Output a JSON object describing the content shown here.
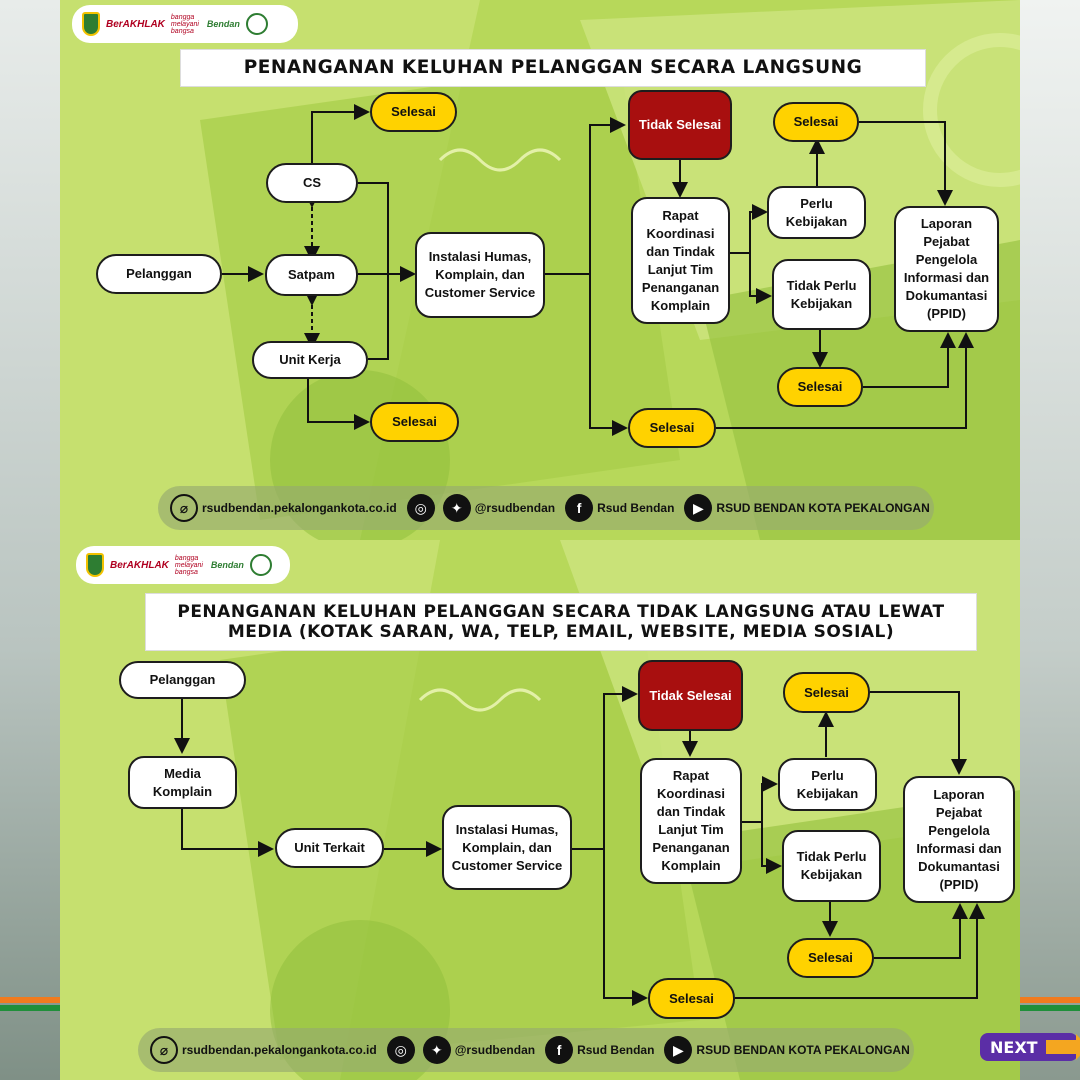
{
  "colors": {
    "panel_bg": "#b7d85a",
    "panel_shape_light": "#cde57f",
    "panel_shape_dark": "#8dbd3a",
    "node_white": "#ffffff",
    "node_yellow": "#ffd200",
    "node_red": "#a80f0f",
    "next_button": "#5b2ea6"
  },
  "logos": {
    "berakhlak": "BerAKHLAK",
    "bangga": "bangga melayani bangsa",
    "bendan": "Bendan"
  },
  "top": {
    "title": "PENANGANAN KELUHAN PELANGGAN SECARA LANGSUNG",
    "nodes": {
      "pelanggan": "Pelanggan",
      "cs": "CS",
      "satpam": "Satpam",
      "unit_kerja": "Unit Kerja",
      "selesai_cs": "Selesai",
      "selesai_unit": "Selesai",
      "instalasi": "Instalasi Humas,\nKomplain, dan\nCustomer Service",
      "tidak_selesai": "Tidak Selesai",
      "rapat": "Rapat\nKoordinasi\ndan Tindak\nLanjut Tim\nPenanganan\nKomplain",
      "selesai_bottom": "Selesai",
      "perlu": "Perlu\nKebijakan",
      "tidak_perlu": "Tidak Perlu\nKebijakan",
      "selesai_perlu": "Selesai",
      "selesai_tidak_perlu": "Selesai",
      "laporan": "Laporan\nPejabat\nPengelola\nInformasi dan\nDokumantasi\n(PPID)"
    }
  },
  "bottom": {
    "title": "PENANGANAN KELUHAN PELANGGAN SECARA TIDAK LANGSUNG ATAU LEWAT MEDIA (KOTAK SARAN, WA, TELP, EMAIL, WEBSITE, MEDIA SOSIAL)",
    "nodes": {
      "pelanggan": "Pelanggan",
      "media": "Media\nKomplain",
      "unit_terkait": "Unit Terkait",
      "instalasi": "Instalasi Humas,\nKomplain, dan\nCustomer Service",
      "tidak_selesai": "Tidak Selesai",
      "rapat": "Rapat\nKoordinasi\ndan Tindak\nLanjut Tim\nPenanganan\nKomplain",
      "selesai_bottom": "Selesai",
      "perlu": "Perlu\nKebijakan",
      "tidak_perlu": "Tidak Perlu\nKebijakan",
      "selesai_perlu": "Selesai",
      "selesai_tidak_perlu": "Selesai",
      "laporan": "Laporan\nPejabat\nPengelola\nInformasi dan\nDokumantasi\n(PPID)"
    }
  },
  "footer": {
    "website": "rsudbendan.pekalongankota.co.id",
    "handle": "@rsudbendan",
    "facebook": "Rsud Bendan",
    "youtube": "RSUD BENDAN KOTA PEKALONGAN"
  },
  "next_label": "NEXT"
}
